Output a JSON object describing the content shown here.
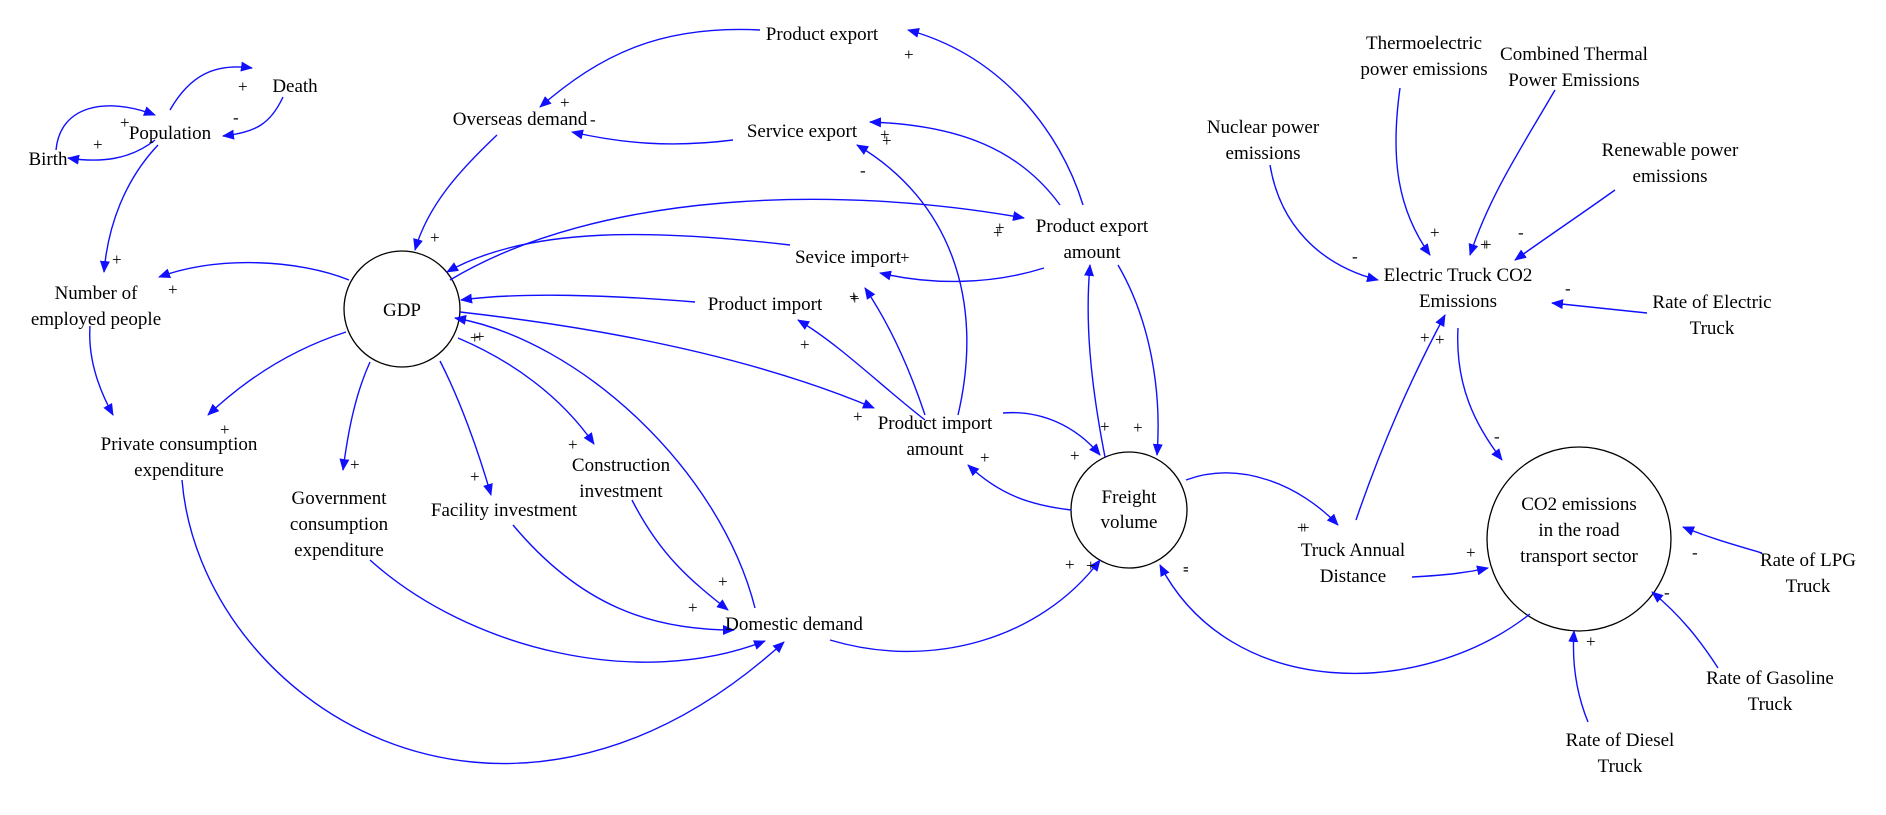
{
  "diagram": {
    "nodes": {
      "gdp": "GDP",
      "freight_volume": [
        "Freight",
        "volume"
      ],
      "co2_road": [
        "CO2 emissions",
        "in the road",
        "transport sector"
      ],
      "population": "Population",
      "birth": "Birth",
      "death": "Death",
      "employed": [
        "Number of",
        "employed people"
      ],
      "private_consumption": [
        "Private consumption",
        "expenditure"
      ],
      "government_consumption": [
        "Government",
        "consumption",
        "expenditure"
      ],
      "facility_investment": "Facility investment",
      "construction_investment": [
        "Construction",
        "investment"
      ],
      "domestic_demand": "Domestic demand",
      "overseas_demand": "Overseas demand",
      "product_export": "Product export",
      "service_export": "Service export",
      "service_import": "Sevice import",
      "product_import": "Product import",
      "product_export_amount": [
        "Product export",
        "amount"
      ],
      "product_import_amount": [
        "Product import",
        "amount"
      ],
      "truck_annual_distance": [
        "Truck Annual",
        "Distance"
      ],
      "electric_truck_co2": [
        "Electric Truck CO2",
        "Emissions"
      ],
      "nuclear": [
        "Nuclear power",
        "emissions"
      ],
      "thermoelectric": [
        "Thermoelectric",
        "power emissions"
      ],
      "combined_thermal": [
        "Combined Thermal",
        "Power Emissions"
      ],
      "renewable": [
        "Renewable power",
        "emissions"
      ],
      "rate_electric": [
        "Rate of Electric",
        "Truck"
      ],
      "rate_lpg": [
        "Rate of LPG",
        "Truck"
      ],
      "rate_gasoline": [
        "Rate of Gasoline",
        "Truck"
      ],
      "rate_diesel": [
        "Rate of Diesel",
        "Truck"
      ]
    },
    "signs": [
      "+",
      "+",
      "-",
      "+",
      "-",
      "+",
      "+",
      "+",
      "+",
      "+",
      "+",
      "+",
      "+",
      "+",
      "+",
      "+",
      "+",
      "+",
      "+",
      "+",
      "+",
      "+",
      "+",
      "-",
      "+",
      "+",
      "+",
      "+",
      "+",
      "+",
      "+",
      "+",
      "+",
      "+",
      "+",
      "+",
      "+",
      "+",
      "+",
      "-",
      "+",
      "-",
      "-",
      "-",
      "+",
      "-",
      "-",
      "-",
      "+",
      "+",
      "-"
    ],
    "colors": {
      "link": "#1010ff",
      "stroke": "#000000"
    }
  }
}
